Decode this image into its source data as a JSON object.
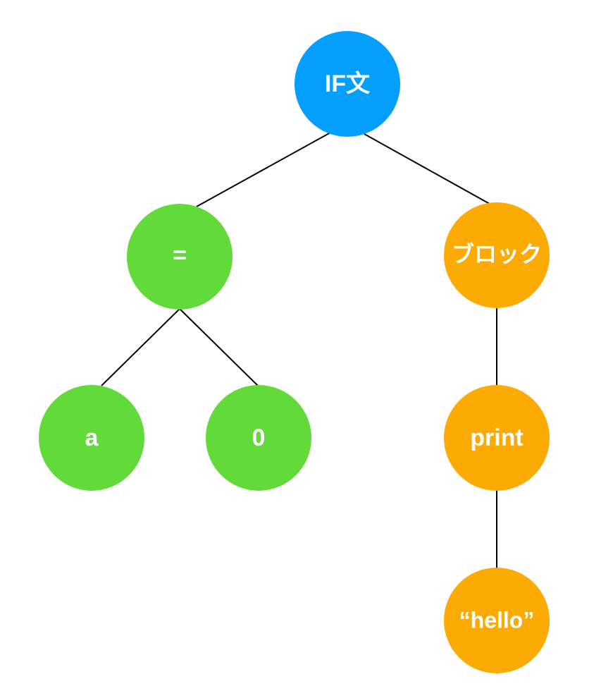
{
  "colors": {
    "root": "#049ffc",
    "condition": "#62da3a",
    "block": "#fbab03",
    "edge": "#000000",
    "label": "#ffffff"
  },
  "nodes": {
    "if_stmt": {
      "label": "IF文",
      "group": "root"
    },
    "equals": {
      "label": "=",
      "group": "condition"
    },
    "var_a": {
      "label": "a",
      "group": "condition"
    },
    "zero": {
      "label": "0",
      "group": "condition"
    },
    "block": {
      "label": "ブロック",
      "group": "block"
    },
    "print": {
      "label": "print",
      "group": "block"
    },
    "hello": {
      "label": "“hello”",
      "group": "block"
    }
  },
  "edges": [
    [
      "if_stmt",
      "equals"
    ],
    [
      "if_stmt",
      "block"
    ],
    [
      "equals",
      "var_a"
    ],
    [
      "equals",
      "zero"
    ],
    [
      "block",
      "print"
    ],
    [
      "print",
      "hello"
    ]
  ]
}
